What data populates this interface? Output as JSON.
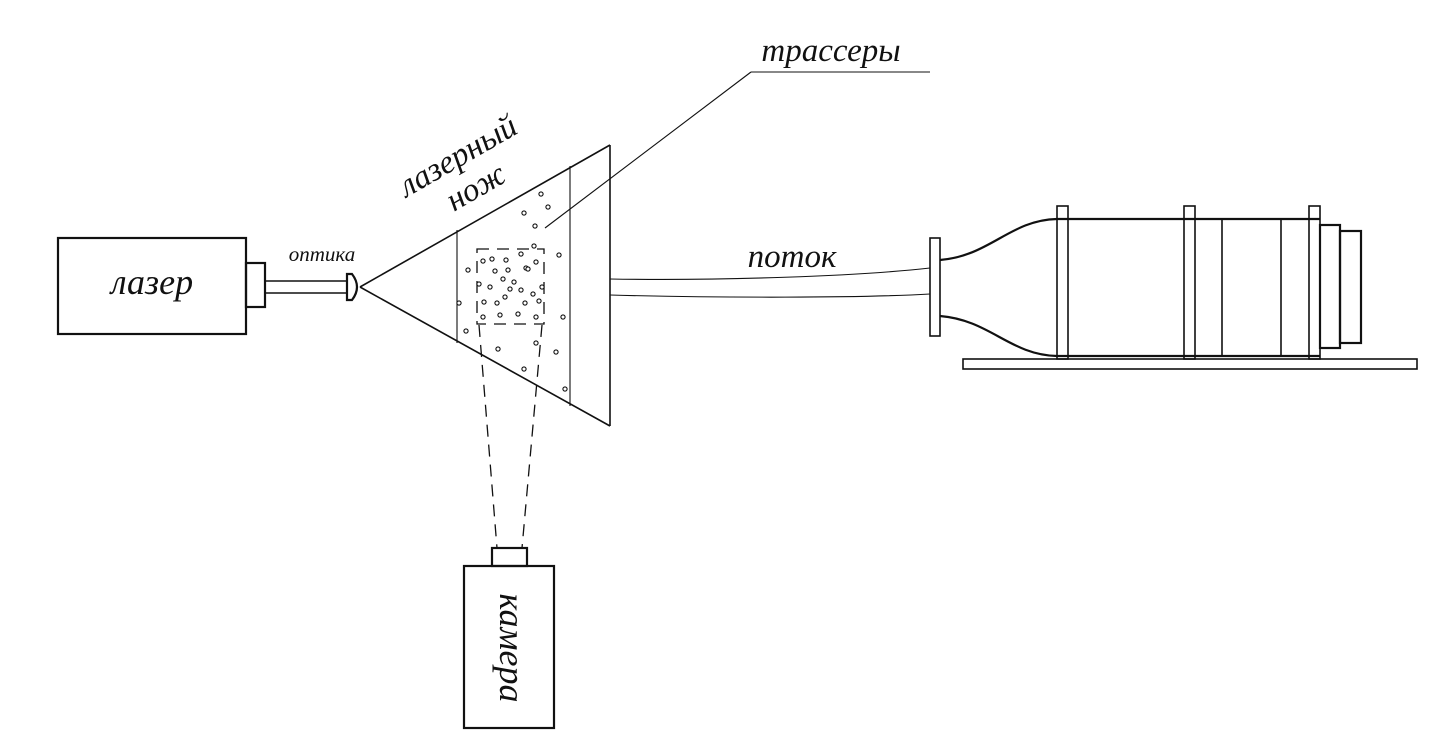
{
  "labels": {
    "laser": "лазер",
    "optics": "оптика",
    "knife_line1": "лазерный",
    "knife_line2": "нож",
    "tracers": "трассеры",
    "flow": "поток",
    "camera": "камера"
  },
  "colors": {
    "stroke": "#111111",
    "background": "#ffffff"
  }
}
